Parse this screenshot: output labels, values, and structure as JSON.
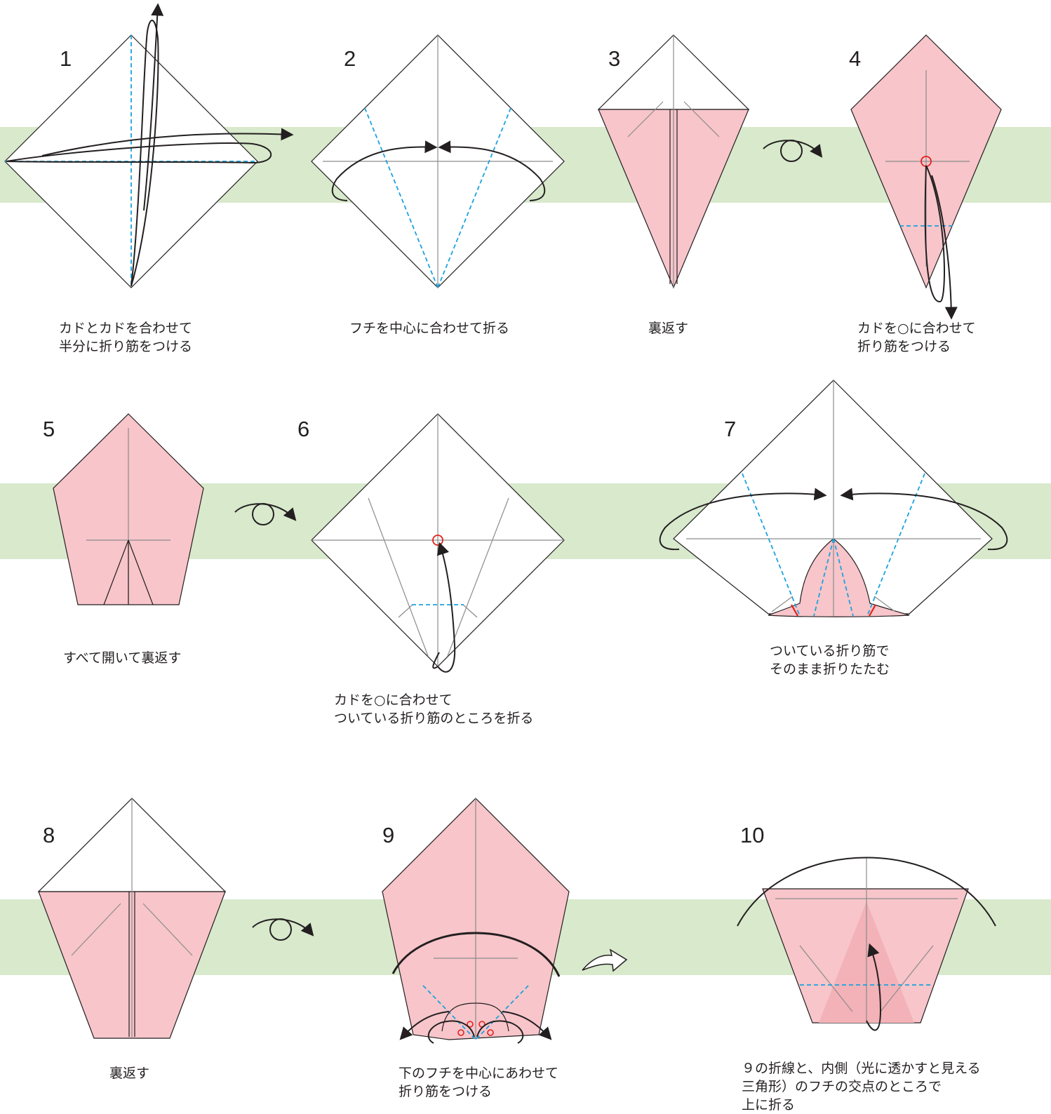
{
  "colors": {
    "band": "#d8e9cc",
    "paper_front": "#f7c5ca",
    "paper_back": "#ffffff",
    "valley_fold": "#1aa3dd",
    "marker": "#e2211c",
    "outline": "#231f20",
    "crease": "#8c8c8c"
  },
  "icons": {
    "turn_over": "rotate-arrow-icon",
    "next": "hollow-arrow-icon"
  },
  "steps": [
    {
      "number": "1",
      "caption": "カドとカドを合わせて\n半分に折り筋をつける"
    },
    {
      "number": "2",
      "caption": "フチを中心に合わせて折る"
    },
    {
      "number": "3",
      "caption": "裏返す"
    },
    {
      "number": "4",
      "caption": "カドを○に合わせて\n折り筋をつける"
    },
    {
      "number": "5",
      "caption": "すべて開いて裏返す"
    },
    {
      "number": "6",
      "caption": "カドを○に合わせて\nついている折り筋のところを折る"
    },
    {
      "number": "7",
      "caption": "ついている折り筋で\nそのまま折りたたむ"
    },
    {
      "number": "8",
      "caption": "裏返す"
    },
    {
      "number": "9",
      "caption": "下のフチを中心にあわせて\n折り筋をつける"
    },
    {
      "number": "10",
      "caption": "９の折線と、内側（光に透かすと見える\n三角形）のフチの交点のところで\n上に折る"
    }
  ]
}
